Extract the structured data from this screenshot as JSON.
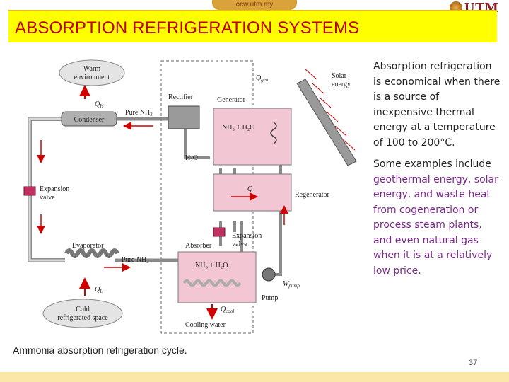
{
  "header": {
    "url_text": "ocw.utm.my",
    "logo_text": "UTM"
  },
  "slide": {
    "title": "ABSORPTION REFRIGERATION SYSTEMS",
    "caption": "Ammonia absorption refrigeration cycle.",
    "page_number": "37",
    "paragraph1": "Absorption refrigeration is economical when there is a source of inexpensive thermal energy at a temperature of 100 to 200°C.",
    "paragraph2_lead": "Some examples include",
    "paragraph2_rest": "geothermal energy, solar energy, and waste heat from cogeneration or process steam plants, and even natural gas when it is at a relatively low price."
  },
  "diagram": {
    "warm_env_line1": "Warm",
    "warm_env_line2": "environment",
    "qh": "Q",
    "qh_sub": "H",
    "condenser": "Condenser",
    "pure_nh3_top": "Pure NH",
    "pure_nh3_top_sub": "3",
    "rectifier": "Rectifier",
    "generator": "Generator",
    "qgen": "Q",
    "qgen_sub": "gen",
    "solar_line1": "Solar",
    "solar_line2": "energy",
    "nh3_h2o_gen": "NH₃ + H₂O",
    "h2o": "H₂O",
    "q_regen": "Q",
    "regenerator": "Regenerator",
    "expansion_valve_left_1": "Expansion",
    "expansion_valve_left_2": "valve",
    "expansion_valve_mid_1": "Expansion",
    "expansion_valve_mid_2": "valve",
    "absorber": "Absorber",
    "evaporator": "Evaporator",
    "pure_nh3_bottom": "Pure NH",
    "pure_nh3_bottom_sub": "3",
    "nh3_h2o_abs": "NH₃ + H₂O",
    "wpump": "W",
    "wpump_sub": "pump",
    "pump": "Pump",
    "ql": "Q",
    "ql_sub": "L",
    "cold_line1": "Cold",
    "cold_line2": "refrigerated space",
    "qcool": "Q",
    "qcool_sub": "cool",
    "cooling_water": "Cooling water"
  }
}
